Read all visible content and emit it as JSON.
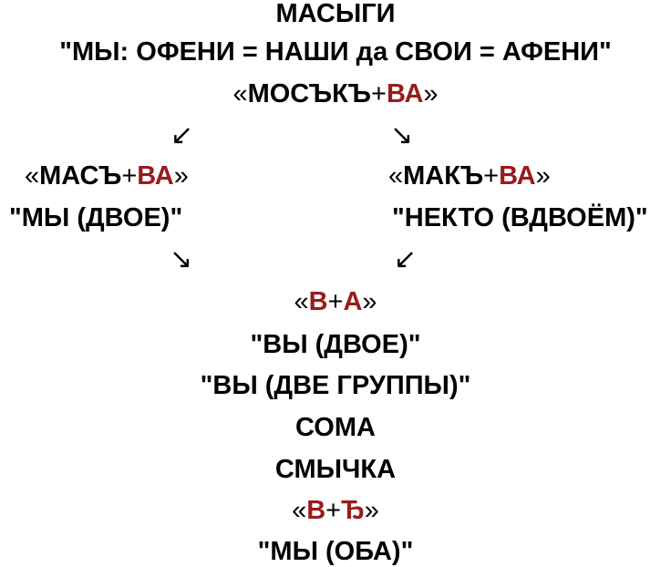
{
  "colors": {
    "text": "#000000",
    "accent": "#9b1b1b",
    "background": "#ffffff"
  },
  "title": "МАСЫГИ",
  "line1": "\"МЫ: ОФЕНИ = НАШИ да СВОИ  = АФЕНИ\"",
  "top": {
    "open": "«",
    "stem": "МОСЪКЪ",
    "plus": "+",
    "suffix": "ВА",
    "close": "»"
  },
  "left": {
    "open": "«",
    "stem": "МАСЪ",
    "plus": "+",
    "suffix": "ВА",
    "close": "»",
    "gloss": "\"МЫ (ДВОЕ)\""
  },
  "right": {
    "open": "«",
    "stem": "МАКЪ",
    "plus": "+",
    "suffix": "ВА",
    "close": "»",
    "gloss": "\"НЕКТО (ВДВОЁМ)\""
  },
  "arrows": {
    "top_left": "↙",
    "top_right": "↘",
    "bottom_left": "↘",
    "bottom_right": "↙"
  },
  "merge": {
    "open": "«",
    "a": "В",
    "plus": "+",
    "b": "А",
    "close": "»",
    "gloss1": "\"ВЫ (ДВОЕ)\"",
    "gloss2": "\"ВЫ (ДВЕ ГРУППЫ)\"",
    "word1": "СОМА",
    "word2": "СМЫЧКА"
  },
  "final": {
    "open": "«",
    "a": "В",
    "plus": "+",
    "b": "Ђ",
    "close": "»",
    "gloss": "\"МЫ (ОБА)\""
  }
}
